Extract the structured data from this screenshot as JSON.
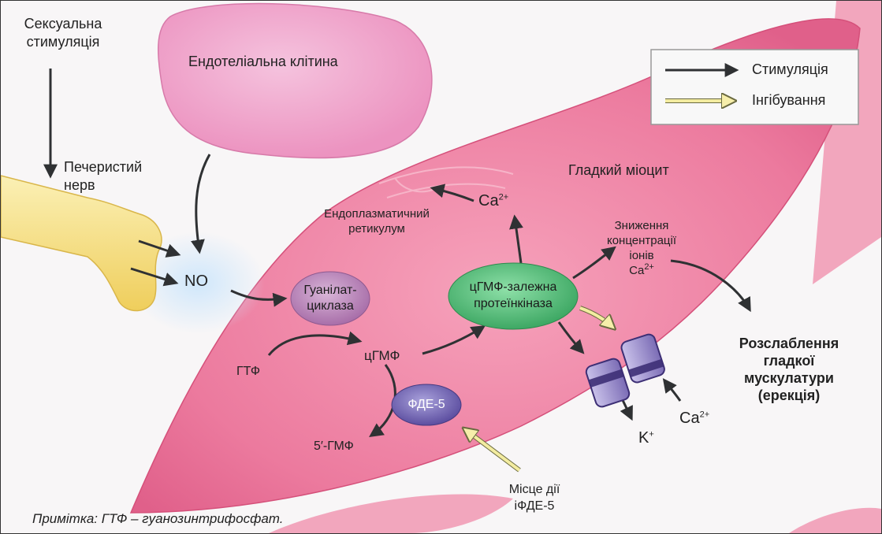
{
  "labels": {
    "sexual_stimulation": "Сексуальна\nстимуляція",
    "endothelial_cell": "Ендотеліальна клітина",
    "cavernous_nerve": "Печеристий\nнерв",
    "smooth_myocyte": "Гладкий міоцит",
    "no": "NO",
    "guanylate_cyclase": "Гуанілат-\nциклаза",
    "gtp": "ГТФ",
    "cgmp": "цГМФ",
    "pde5": "ФДЕ-5",
    "five_gmp": "5′-ГМФ",
    "pkg": "цГМФ-залежна\nпротеїнкіназа",
    "er": "Ендоплазматичний\nретикулум",
    "ca_er": "Ca",
    "ca_er_sup": "2+",
    "reduced_ca": "Зниження\nконцентрації\nіонів\nCa",
    "reduced_ca_sup": "2+",
    "k_ion": "K",
    "k_ion_sup": "+",
    "ca_channel": "Ca",
    "ca_channel_sup": "2+",
    "relaxation": "Розслаблення\nгладкої\nмускулатури\n(ерекція)",
    "ipde5_site": "Місце дії\niФДЕ-5",
    "note": "Примітка: ГТФ – гуанозинтрифосфат."
  },
  "legend": {
    "stimulation": "Стимуляція",
    "inhibition": "Інгібування"
  },
  "colors": {
    "myocyte": "#eb6f96",
    "endothelial": "#f09ec6",
    "nerve": "#f6e07e",
    "guanylate_cyclase": "#b07ab0",
    "pkg": "#53b978",
    "pde5": "#7464b2",
    "channel": "#8a7cc0",
    "stimulation_arrow": "#2f3133",
    "inhibition_arrow": "#f3eca0"
  }
}
